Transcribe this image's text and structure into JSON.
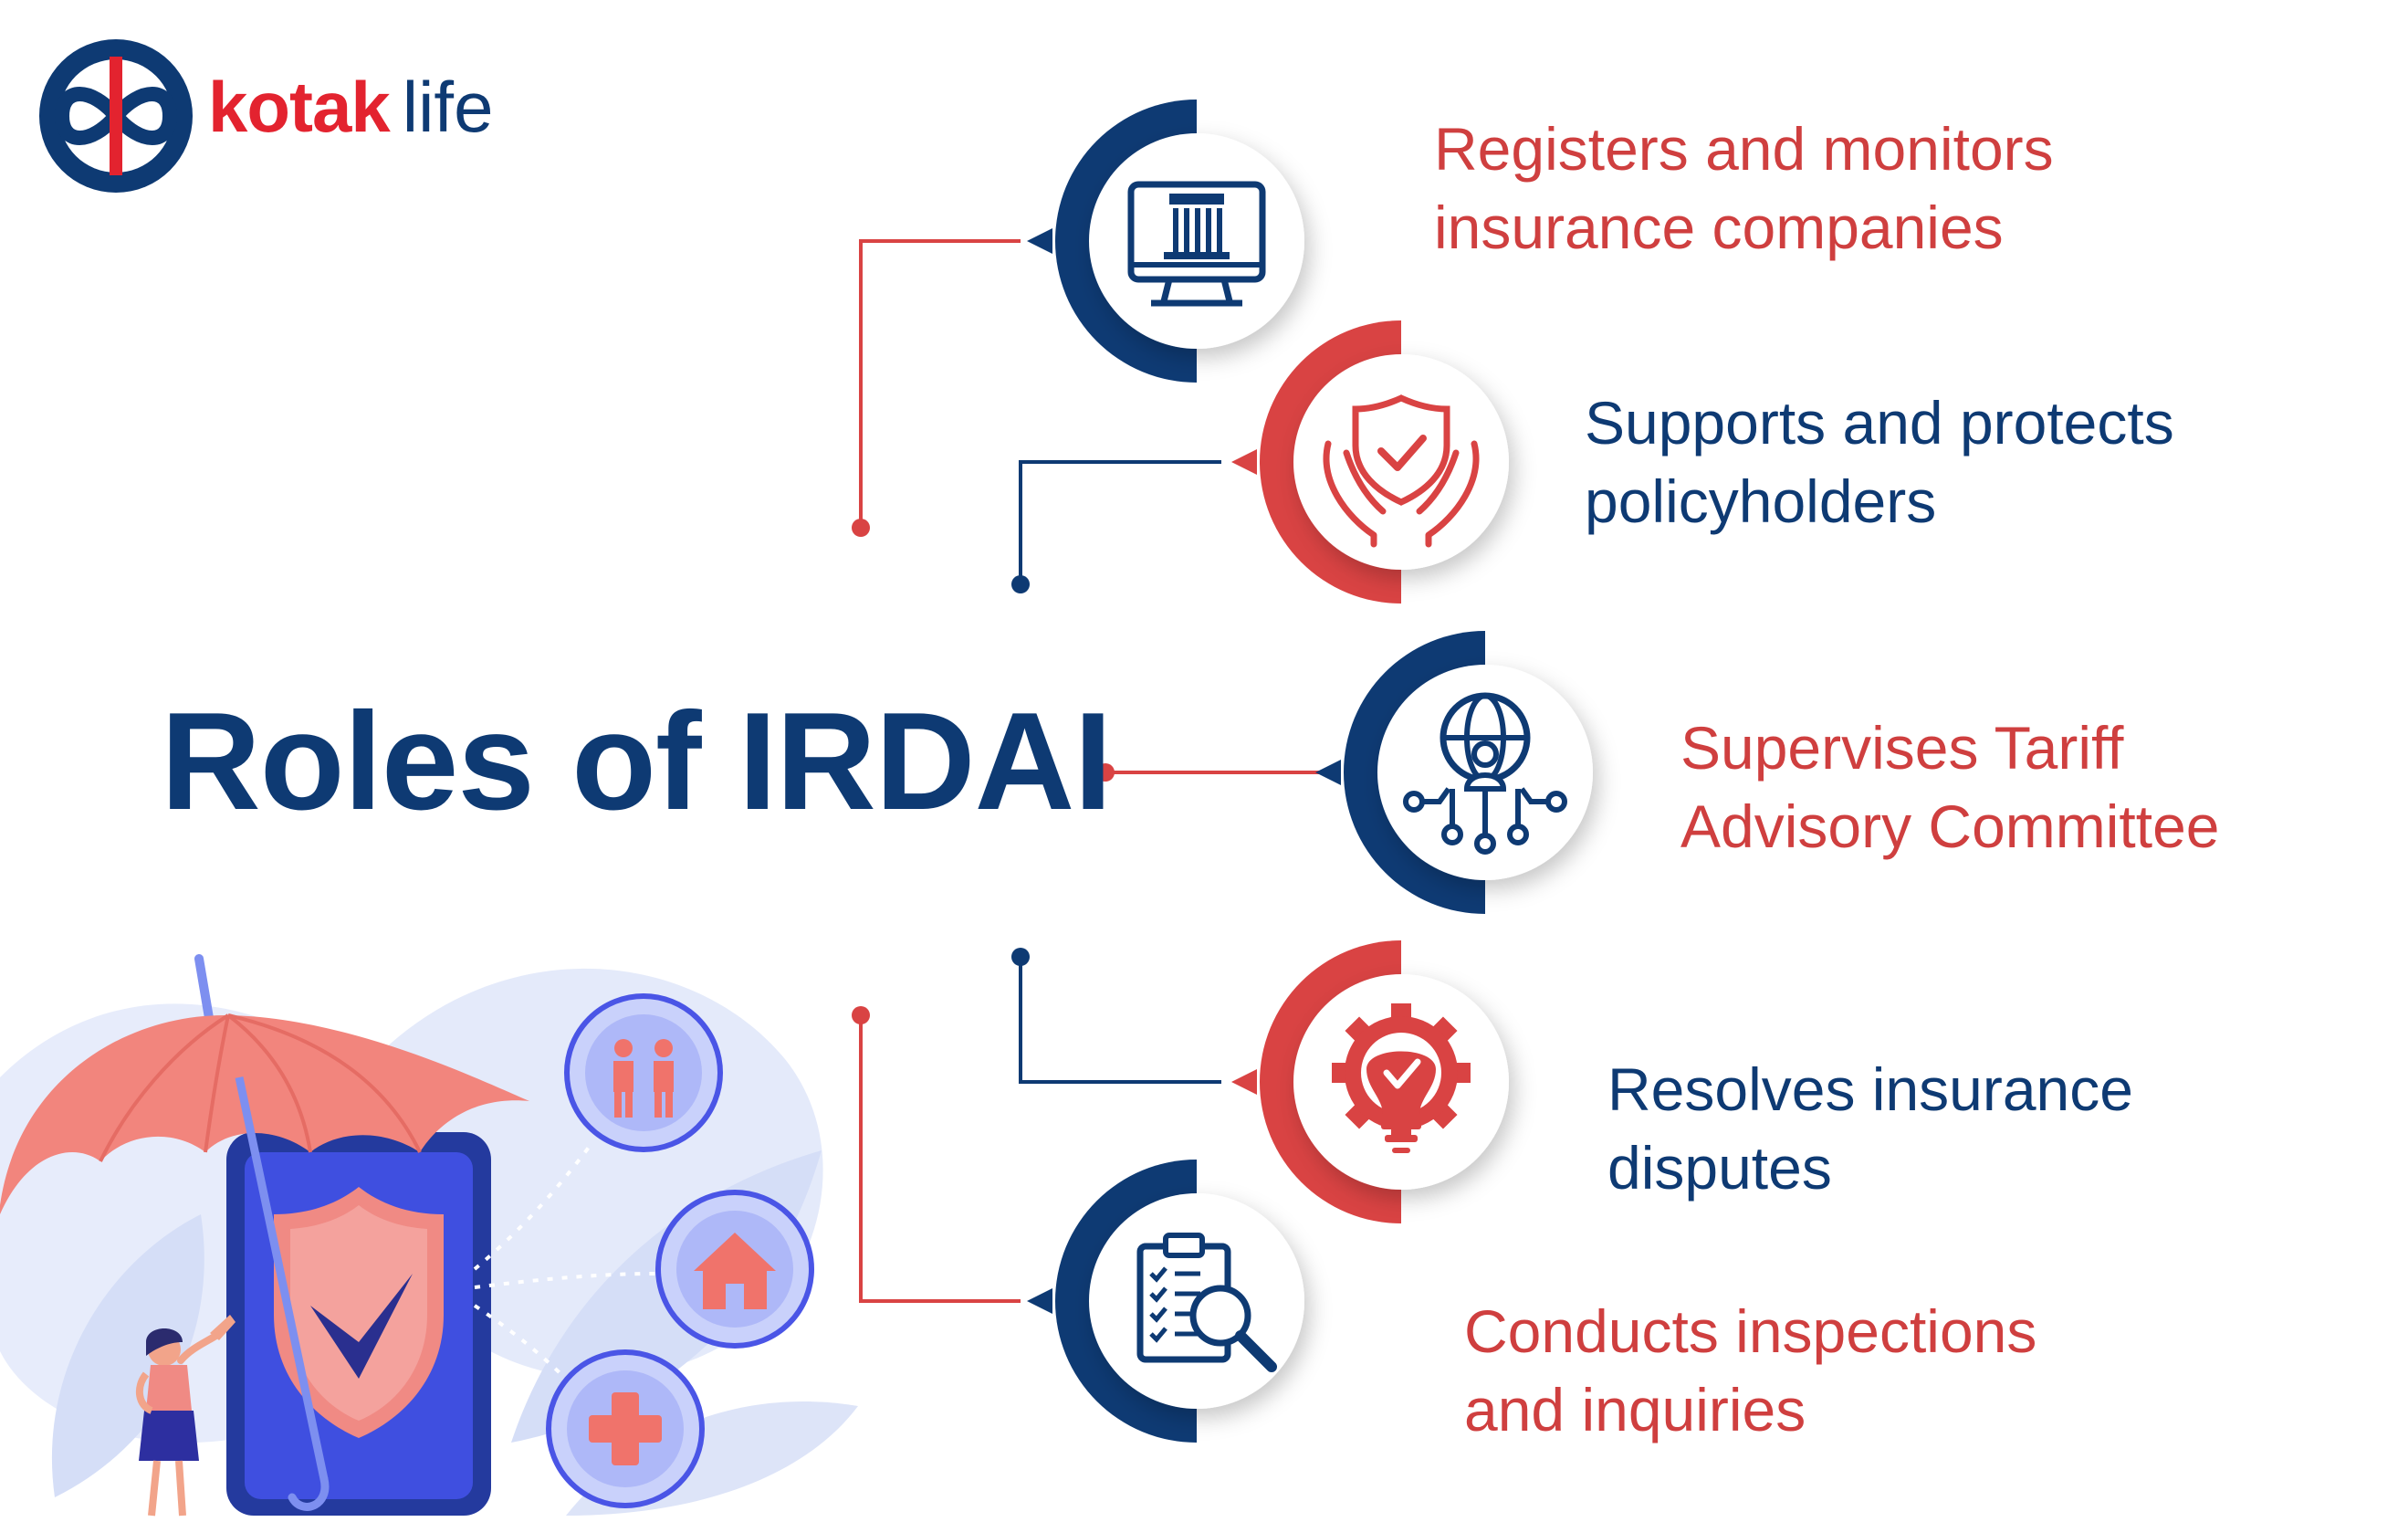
{
  "logo": {
    "brand": "kotak",
    "sub": "life"
  },
  "title": "Roles of IRDAI",
  "colors": {
    "navy": "#0e3a73",
    "red": "#d94343",
    "text_red": "#cf3f3f",
    "accent_red": "#e3232f"
  },
  "roles": [
    {
      "line1": "Registers and monitors",
      "line2": "insurance companies",
      "icon": "government-building-monitor-icon",
      "accent": "navy"
    },
    {
      "line1": "Supports and protects",
      "line2": "policyholders",
      "icon": "shield-hands-icon",
      "accent": "red"
    },
    {
      "line1": "Supervises Tariff",
      "line2": "Advisory Committee",
      "icon": "globe-network-icon",
      "accent": "navy"
    },
    {
      "line1": "Resolves insurance",
      "line2": "disputes",
      "icon": "lightbulb-gear-icon",
      "accent": "red"
    },
    {
      "line1": "Conducts inspections",
      "line2": "and inquiries",
      "icon": "clipboard-magnifier-icon",
      "accent": "navy"
    }
  ]
}
